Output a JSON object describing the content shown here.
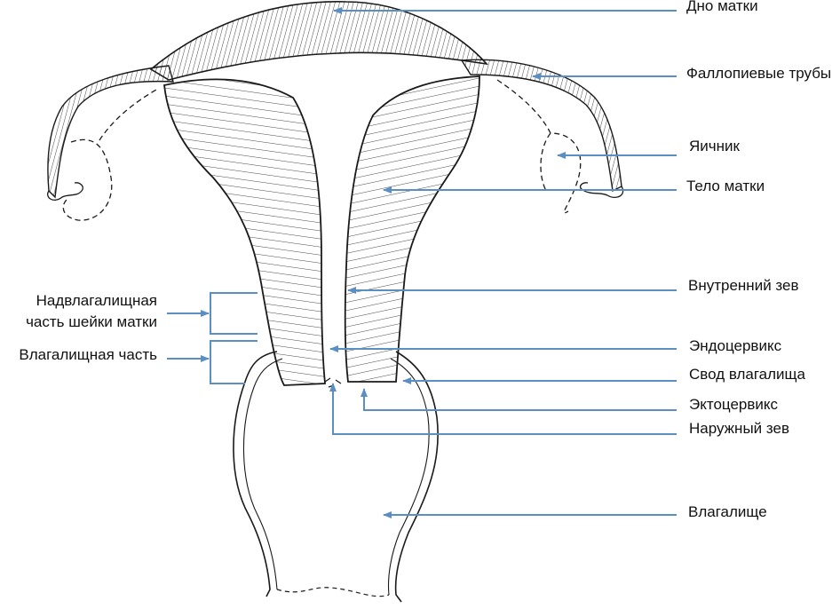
{
  "diagram": {
    "colors": {
      "arrow": "#5b8fc3",
      "ink": "#1a1a1a"
    },
    "labels_right": {
      "fundus": "Дно матки",
      "tubes": "Фаллопиевые трубы",
      "ovary": "Яичник",
      "body": "Тело матки",
      "internal_os": "Внутренний зев",
      "endocervix": "Эндоцервикс",
      "fornix": "Свод влагалища",
      "ectocervix": "Эктоцервикс",
      "external_os": "Наружный зев",
      "vagina": "Влагалище"
    },
    "labels_left": {
      "supravaginal_line1": "Надвлагалищная",
      "supravaginal_line2": "часть шейки матки",
      "vaginal_part": "Влагалищная  часть"
    }
  }
}
